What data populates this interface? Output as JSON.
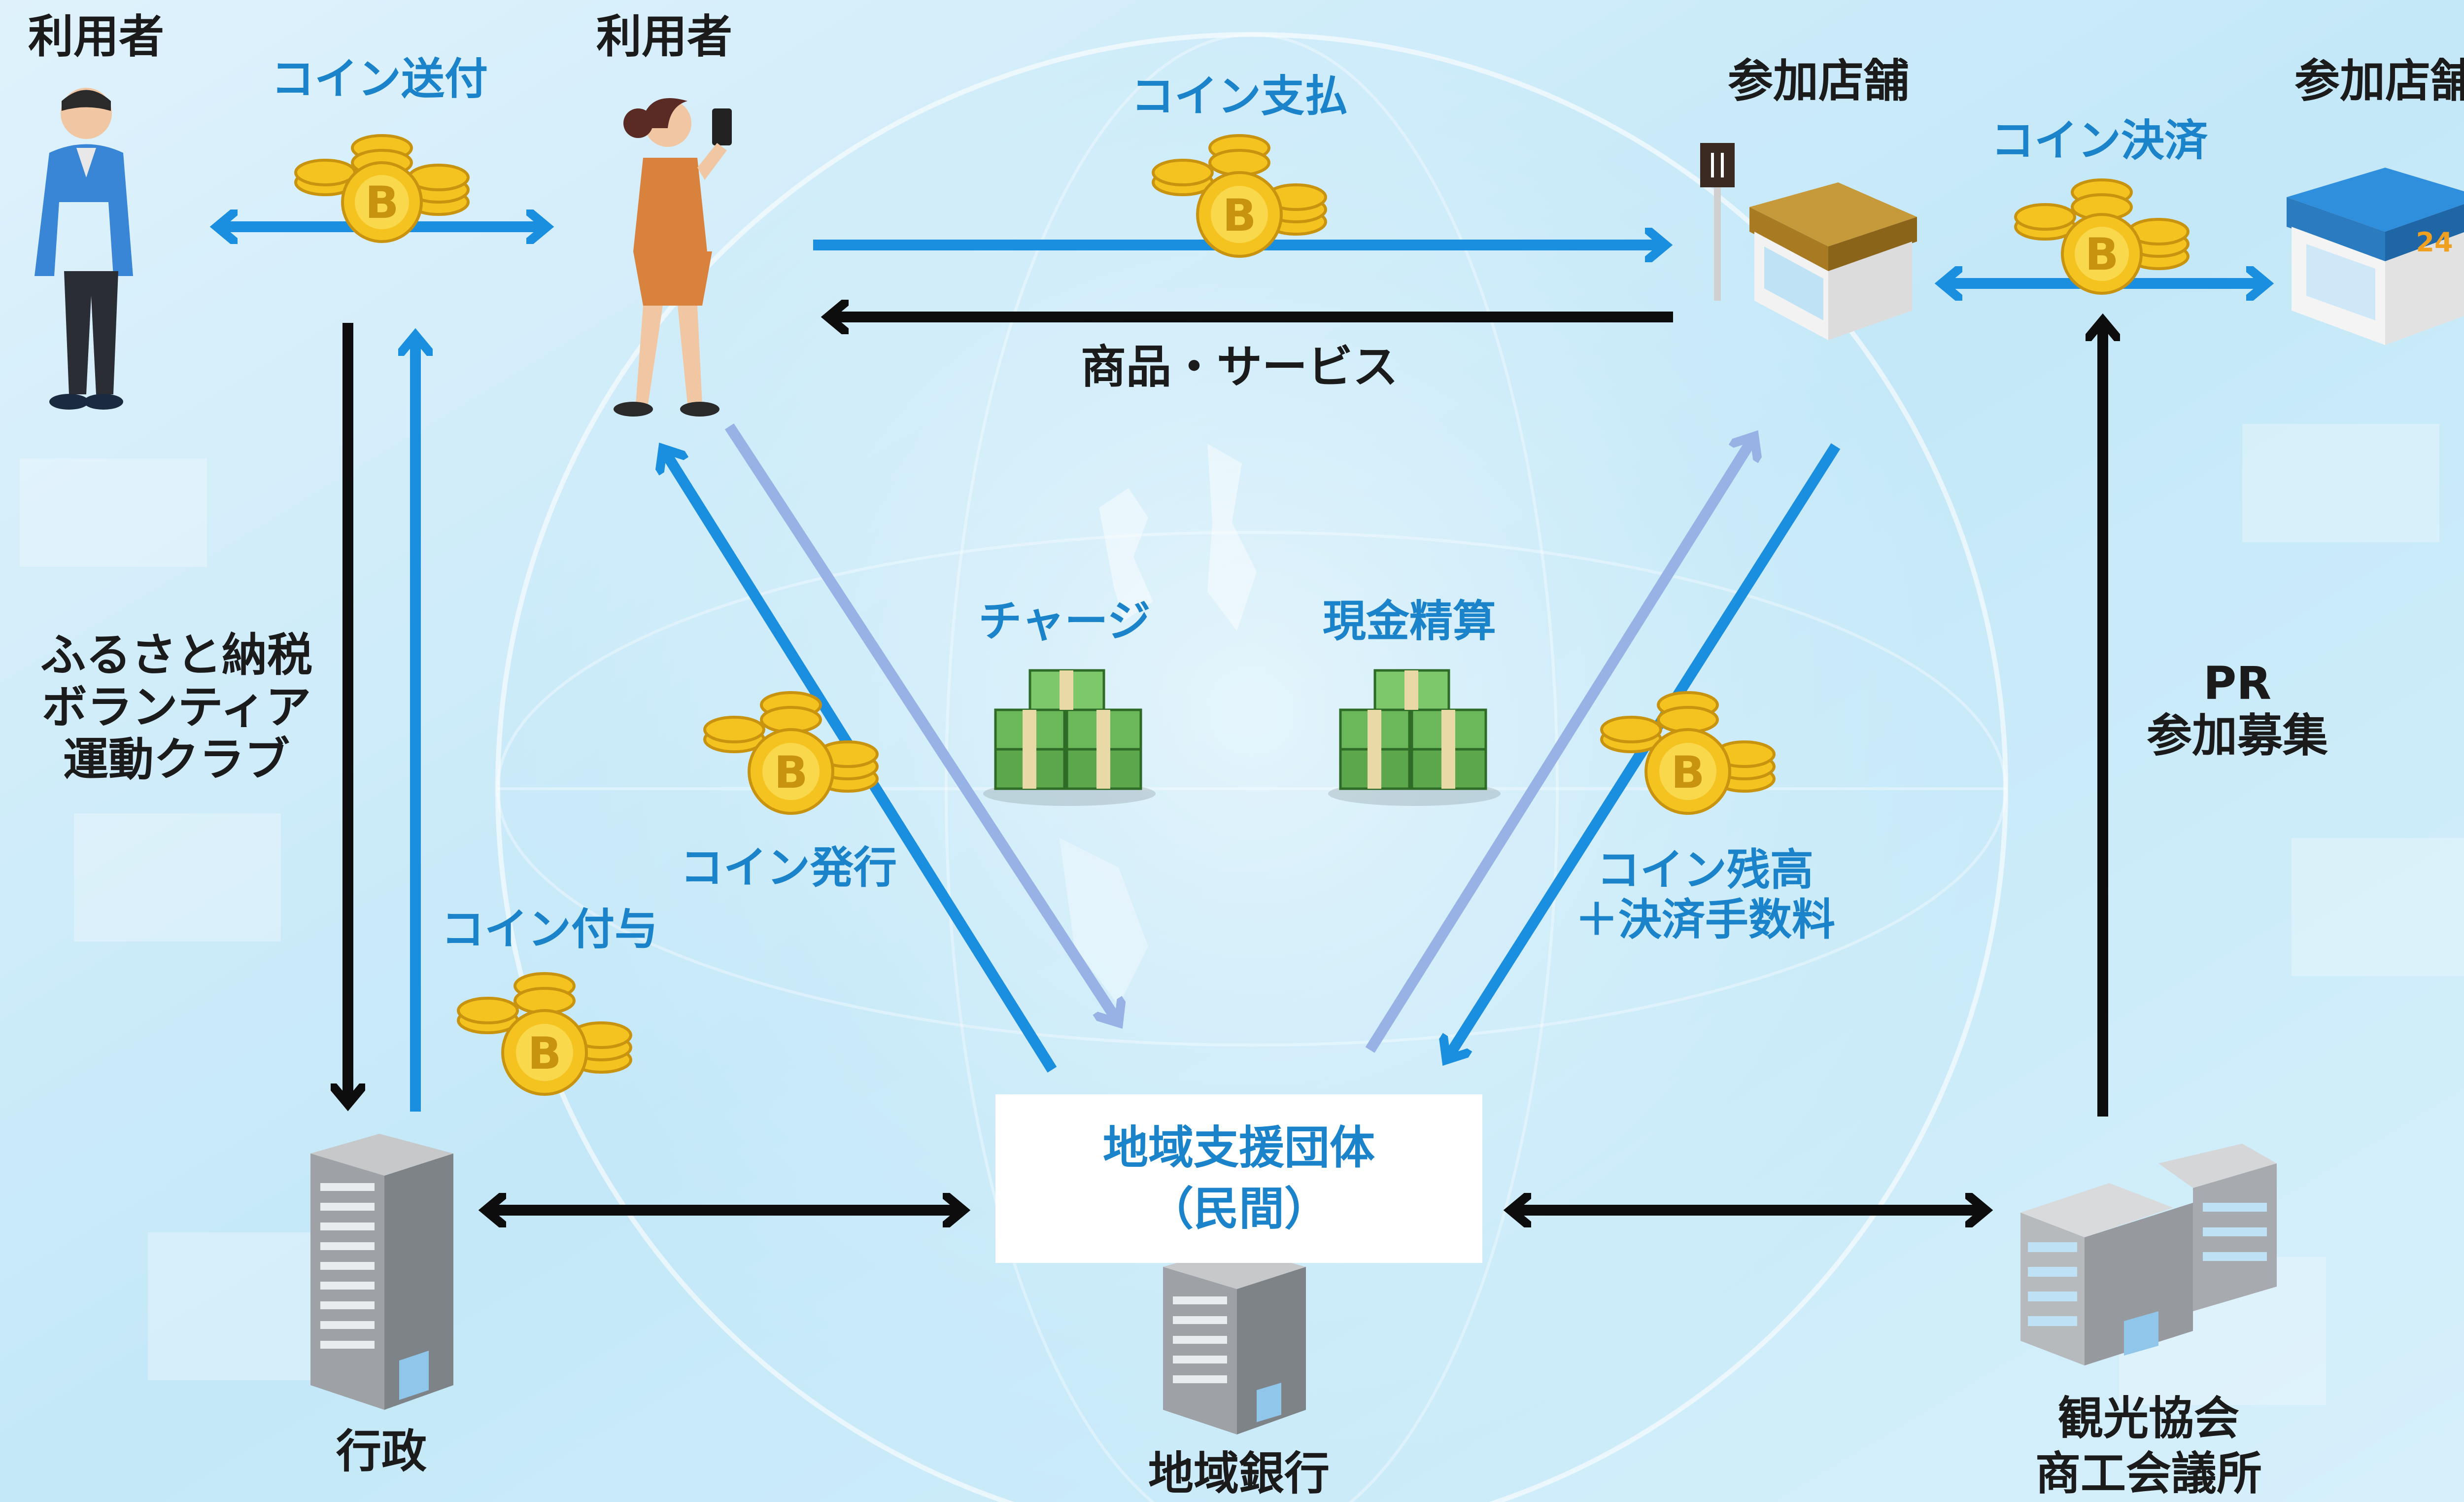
{
  "actors": {
    "user_left": "利用者",
    "user_right": "利用者",
    "shop_left": "参加店舗",
    "shop_right": "参加店舗",
    "government": "行政",
    "hub_line1": "地域支援団体",
    "hub_line2": "（民間）",
    "bank": "地域銀行",
    "association_line1": "観光協会",
    "association_line2": "商工会議所"
  },
  "flows": {
    "coin_transfer": "コイン送付",
    "coin_payment": "コイン支払",
    "goods_services": "商品・サービス",
    "coin_settlement": "コイン決済",
    "hometown_tax": "ふるさと納税\nボランティア\n運動クラブ",
    "coin_grant": "コイン付与",
    "coin_issue": "コイン発行",
    "charge": "チャージ",
    "cash_settlement": "現金精算",
    "coin_balance_fee": "コイン残高\n＋決済手数料",
    "pr_recruit": "PR\n参加募集"
  },
  "icons": [
    "person-man-icon",
    "person-woman-phone-icon",
    "coin-stack-icon",
    "cash-bundle-icon",
    "shop-icon",
    "convenience-store-icon",
    "office-building-icon"
  ],
  "colors": {
    "blue_arrow": "#1a8fe0",
    "light_arrow": "#98b2e6",
    "black_arrow": "#0d0d0d",
    "label_blue": "#1a83c9"
  }
}
